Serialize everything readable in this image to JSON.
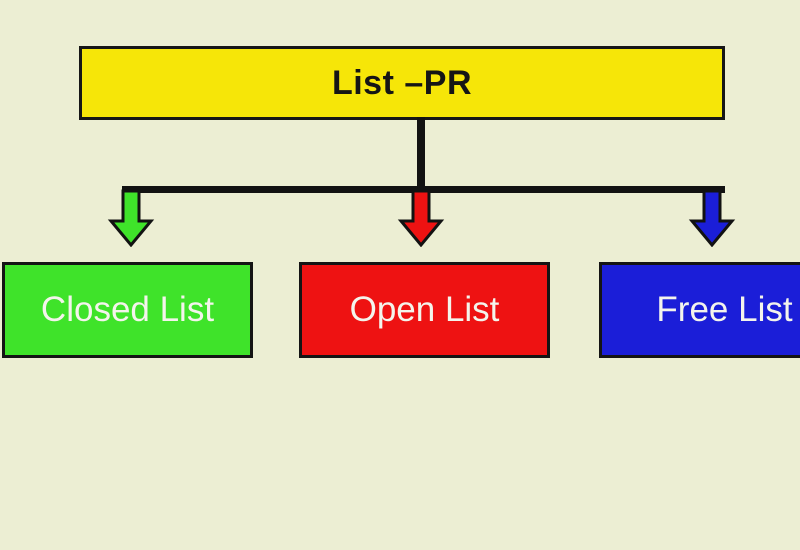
{
  "diagram": {
    "background_color": "#eceed3",
    "line_color": "#121212",
    "root": {
      "label": "List –PR",
      "bg_color": "#f6e608",
      "text_color": "#151515",
      "border_color": "#161616"
    },
    "children": [
      {
        "label": "Closed List",
        "bg_color": "#3fe32a",
        "arrow_color": "#3fe32a",
        "text_color": "#f4f4ec"
      },
      {
        "label": "Open List",
        "bg_color": "#ee1212",
        "arrow_color": "#ee1212",
        "text_color": "#f4f4ec"
      },
      {
        "label": "Free List",
        "bg_color": "#1b1ed8",
        "arrow_color": "#1b1ed8",
        "text_color": "#f4f4ec"
      }
    ]
  }
}
